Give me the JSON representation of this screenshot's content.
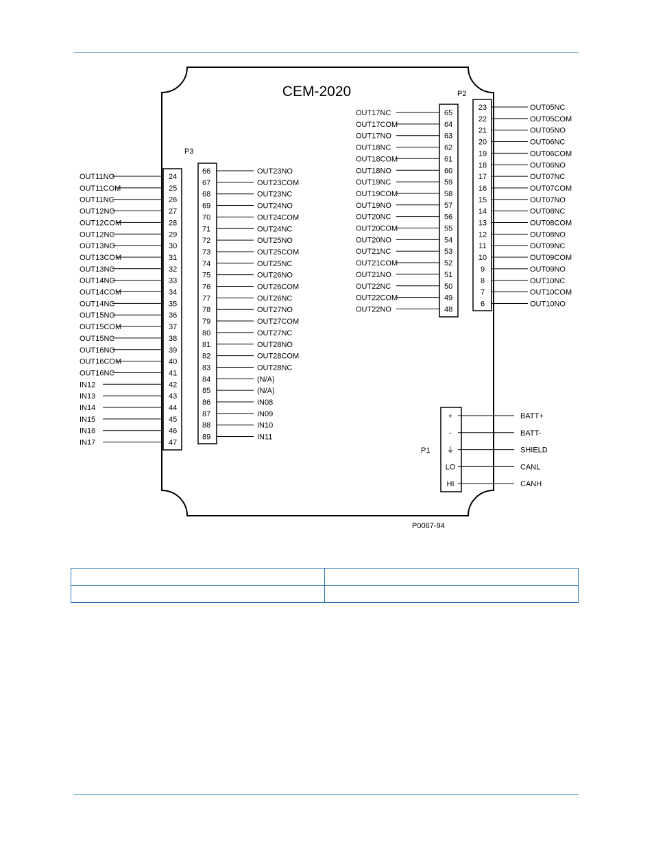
{
  "diagram": {
    "title": "CEM-2020",
    "figure_id": "P0067-94",
    "connectors": {
      "p1": {
        "label": "P1",
        "pins": [
          "+",
          "-",
          "⏚",
          "LO",
          "HI"
        ],
        "signals": [
          "BATT+",
          "BATT-",
          "SHIELD",
          "CANL",
          "CANH"
        ]
      },
      "p2": {
        "label": "P2",
        "pins": [
          "23",
          "22",
          "21",
          "20",
          "19",
          "18",
          "17",
          "16",
          "15",
          "14",
          "13",
          "12",
          "11",
          "10",
          "9",
          "8",
          "7",
          "6"
        ],
        "signals": [
          "OUT05NC",
          "OUT05COM",
          "OUT05NO",
          "OUT06NC",
          "OUT06COM",
          "OUT06NO",
          "OUT07NC",
          "OUT07COM",
          "OUT07NO",
          "OUT08NC",
          "OUT08COM",
          "OUT08NO",
          "OUT09NC",
          "OUT09COM",
          "OUT09NO",
          "OUT10NC",
          "OUT10COM",
          "OUT10NO"
        ]
      },
      "p2_left": {
        "pins": [
          "65",
          "64",
          "63",
          "62",
          "61",
          "60",
          "59",
          "58",
          "57",
          "56",
          "55",
          "54",
          "53",
          "52",
          "51",
          "50",
          "49",
          "48"
        ],
        "signals": [
          "OUT17NC",
          "OUT17COM",
          "OUT17NO",
          "OUT18NC",
          "OUT18COM",
          "OUT18NO",
          "OUT19NC",
          "OUT19COM",
          "OUT19NO",
          "OUT20NC",
          "OUT20COM",
          "OUT20NO",
          "OUT21NC",
          "OUT21COM",
          "OUT21NO",
          "OUT22NC",
          "OUT22COM",
          "OUT22NO"
        ]
      },
      "p3": {
        "label": "P3",
        "pins": [
          "66",
          "67",
          "68",
          "69",
          "70",
          "71",
          "72",
          "73",
          "74",
          "75",
          "76",
          "77",
          "78",
          "79",
          "80",
          "81",
          "82",
          "83",
          "84",
          "85",
          "86",
          "87",
          "88",
          "89"
        ],
        "signals": [
          "OUT23NO",
          "OUT23COM",
          "OUT23NC",
          "OUT24NO",
          "OUT24COM",
          "OUT24NC",
          "OUT25NO",
          "OUT25COM",
          "OUT25NC",
          "OUT26NO",
          "OUT26COM",
          "OUT26NC",
          "OUT27NO",
          "OUT27COM",
          "OUT27NC",
          "OUT28NO",
          "OUT28COM",
          "OUT28NC",
          "(N/A)",
          "(N/A)",
          "IN08",
          "IN09",
          "IN10",
          "IN11"
        ]
      },
      "p3_left": {
        "pins": [
          "24",
          "25",
          "26",
          "27",
          "28",
          "29",
          "30",
          "31",
          "32",
          "33",
          "34",
          "35",
          "36",
          "37",
          "38",
          "39",
          "40",
          "41",
          "42",
          "43",
          "44",
          "45",
          "46",
          "47"
        ],
        "signals": [
          "OUT11NO",
          "OUT11COM",
          "OUT11NC",
          "OUT12NO",
          "OUT12COM",
          "OUT12NC",
          "OUT13NO",
          "OUT13COM",
          "OUT13NC",
          "OUT14NO",
          "OUT14COM",
          "OUT14NC",
          "OUT15NO",
          "OUT15COM",
          "OUT15NC",
          "OUT16NO",
          "OUT16COM",
          "OUT16NC",
          "IN12",
          "IN13",
          "IN14",
          "IN15",
          "IN16",
          "IN17"
        ]
      }
    }
  },
  "table": {
    "rows": [
      [
        "",
        ""
      ],
      [
        "",
        ""
      ]
    ]
  }
}
